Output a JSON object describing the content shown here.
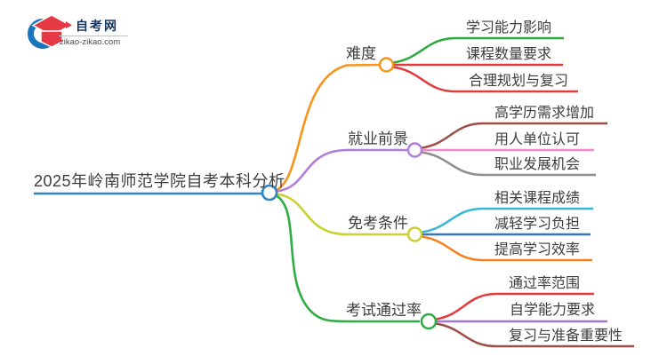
{
  "logo": {
    "name": "自考网",
    "domain": "zikao-zikao.com",
    "colors": {
      "blue": "#1b75bc",
      "red": "#e63946"
    }
  },
  "mindmap": {
    "root": {
      "label": "2025年岭南师范学院自考本科分析",
      "color": "#2e86c4"
    },
    "branches": [
      {
        "label": "难度",
        "color": "#f7941e",
        "children": [
          {
            "label": "学习能力影响",
            "color": "#2ca93c"
          },
          {
            "label": "课程数量要求",
            "color": "#e23b3b"
          },
          {
            "label": "合理规划与复习",
            "color": "#e23b3b"
          }
        ]
      },
      {
        "label": "就业前景",
        "color": "#b17dd6",
        "children": [
          {
            "label": "高学历需求增加",
            "color": "#9c4f47"
          },
          {
            "label": "用人单位认可",
            "color": "#f487cd"
          },
          {
            "label": "职业发展机会",
            "color": "#8e8e8e"
          }
        ]
      },
      {
        "label": "免考条件",
        "color": "#cbd132",
        "children": [
          {
            "label": "相关课程成绩",
            "color": "#36b7d4"
          },
          {
            "label": "减轻学习负担",
            "color": "#3478b7"
          },
          {
            "label": "提高学习效率",
            "color": "#f5821f"
          }
        ]
      },
      {
        "label": "考试通过率",
        "color": "#2fad44",
        "children": [
          {
            "label": "通过率范围",
            "color": "#e23b3b"
          },
          {
            "label": "自学能力要求",
            "color": "#a179d5"
          },
          {
            "label": "复习与准备重要性",
            "color": "#9c4f47"
          }
        ]
      }
    ]
  }
}
